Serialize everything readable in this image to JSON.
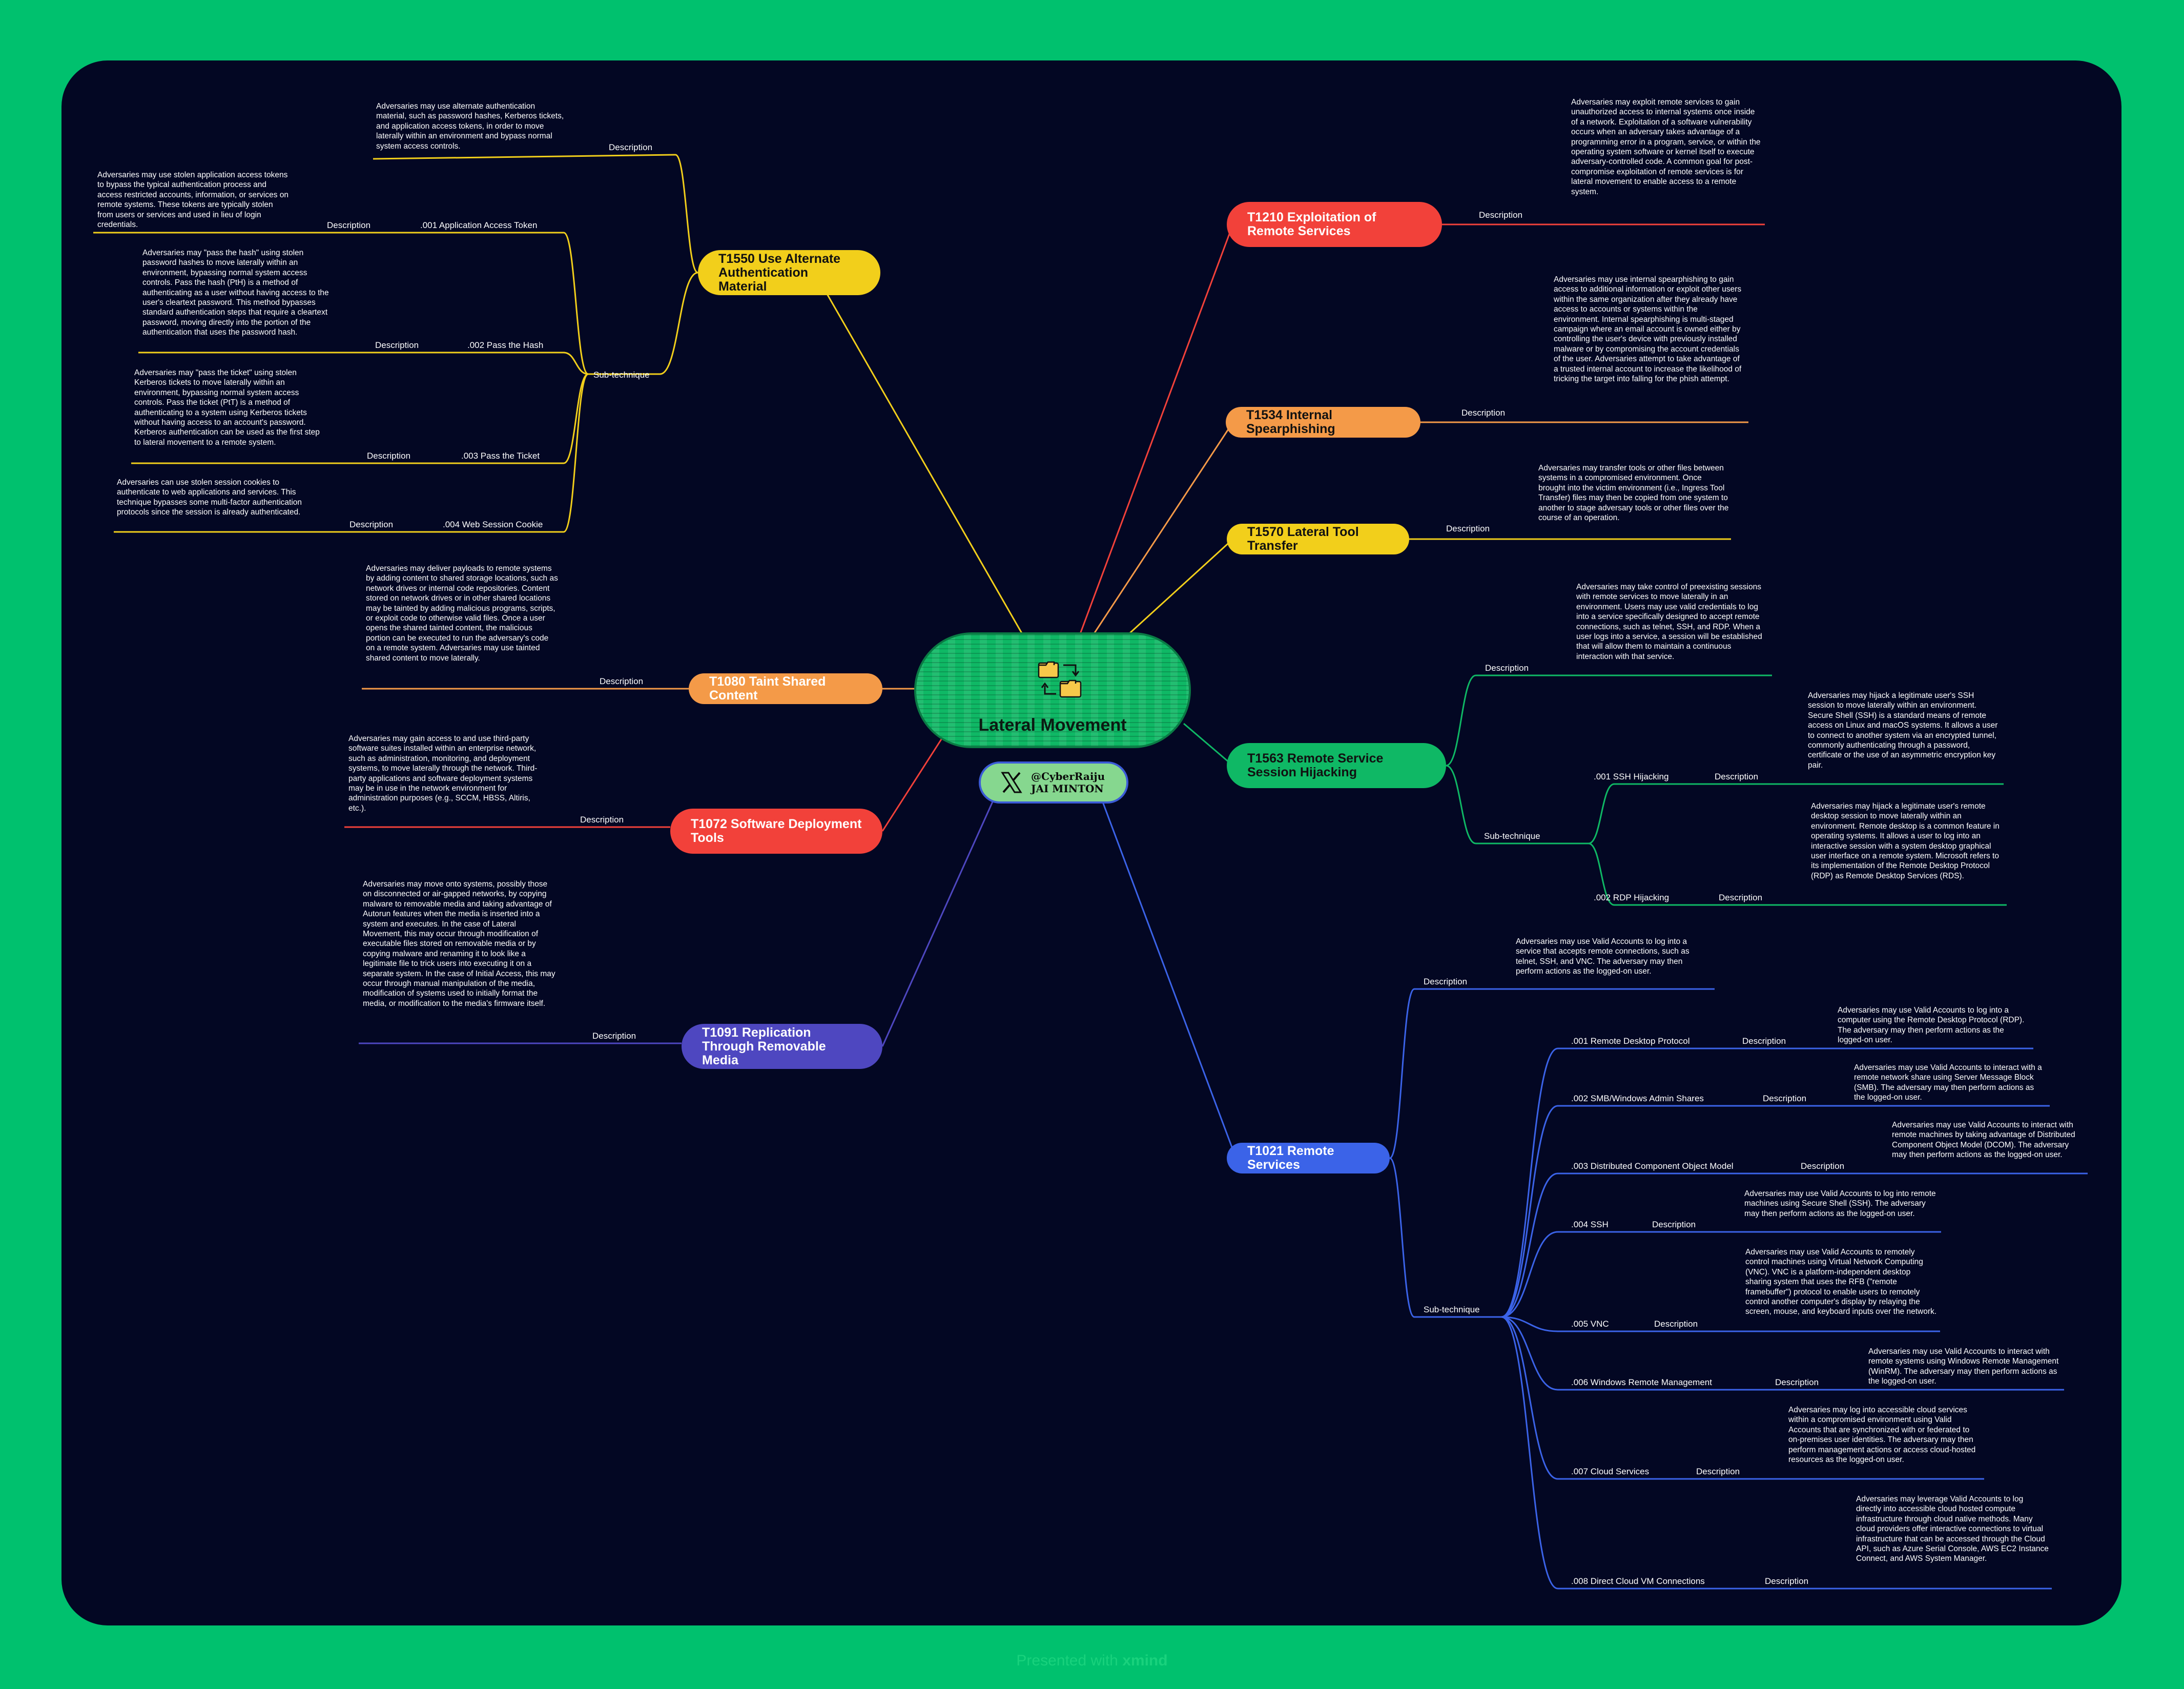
{
  "center": {
    "title": "Lateral Movement",
    "icon": "folder-transfer-icon"
  },
  "badge": {
    "handle": "@CyberRaiju",
    "name": "JAI MINTON",
    "icon": "x-logo-icon"
  },
  "footer": {
    "prefix": "Presented with",
    "brand": "xmind"
  },
  "colors": {
    "background": "#00c16e",
    "canvas": "#030723",
    "center": "#0fb865",
    "red": "#f2413a",
    "orange": "#f49a48",
    "yellow": "#f2cf1b",
    "green": "#0fb865",
    "indigo": "#4e47c0",
    "blue": "#3b63e8"
  },
  "nodes": {
    "t1550": {
      "label": "T1550 Use Alternate Authentication Material",
      "description": "Adversaries may use alternate authentication material, such as password hashes, Kerberos tickets, and application access tokens, in order to move laterally within an environment and bypass normal system access controls.",
      "subs": [
        {
          "name": ".001 Application Access Token",
          "description": "Adversaries may use stolen application access tokens to bypass the typical authentication process and access restricted accounts, information, or services on remote systems. These tokens are typically stolen from users or services and used in lieu of login credentials."
        },
        {
          "name": ".002 Pass the Hash",
          "description": "Adversaries may \"pass the hash\" using stolen password hashes to move laterally within an environment, bypassing normal system access controls. Pass the hash (PtH) is a method of authenticating as a user without having access to the user's cleartext password. This method bypasses standard authentication steps that require a cleartext password, moving directly into the portion of the authentication that uses the password hash."
        },
        {
          "name": ".003 Pass the Ticket",
          "description": "Adversaries may \"pass the ticket\" using stolen Kerberos tickets to move laterally within an environment, bypassing normal system access controls. Pass the ticket (PtT) is a method of authenticating to a system using Kerberos tickets without having access to an account's password. Kerberos authentication can be used as the first step to lateral movement to a remote system."
        },
        {
          "name": ".004 Web Session Cookie",
          "description": "Adversaries can use stolen session cookies to authenticate to web applications and services. This technique bypasses some multi-factor authentication protocols since the session is already authenticated."
        }
      ]
    },
    "t1080": {
      "label": "T1080 Taint Shared Content",
      "description": "Adversaries may deliver payloads to remote systems by adding content to shared storage locations, such as network drives or internal code repositories. Content stored on network drives or in other shared locations may be tainted by adding malicious programs, scripts, or exploit code to otherwise valid files. Once a user opens the shared tainted content, the malicious portion can be executed to run the adversary's code on a remote system. Adversaries may use tainted shared content to move laterally."
    },
    "t1072": {
      "label": "T1072 Software Deployment Tools",
      "description": "Adversaries may gain access to and use third-party software suites installed within an enterprise network, such as administration, monitoring, and deployment systems, to move laterally through the network. Third-party applications and software deployment systems may be in use in the network environment for administration purposes (e.g., SCCM, HBSS, Altiris, etc.)."
    },
    "t1091": {
      "label": "T1091 Replication Through Removable Media",
      "description": "Adversaries may move onto systems, possibly those on disconnected or air-gapped networks, by copying malware to removable media and taking advantage of Autorun features when the media is inserted into a system and executes. In the case of Lateral Movement, this may occur through modification of executable files stored on removable media or by copying malware and renaming it to look like a legitimate file to trick users into executing it on a separate system. In the case of Initial Access, this may occur through manual manipulation of the media, modification of systems used to initially format the media, or modification to the media's firmware itself."
    },
    "t1210": {
      "label": "T1210 Exploitation of Remote Services",
      "description": "Adversaries may exploit remote services to gain unauthorized access to internal systems once inside of a network. Exploitation of a software vulnerability occurs when an adversary takes advantage of a programming error in a program, service, or within the operating system software or kernel itself to execute adversary-controlled code. A common goal for post-compromise exploitation of remote services is for lateral movement to enable access to a remote system."
    },
    "t1534": {
      "label": "T1534 Internal Spearphishing",
      "description": "Adversaries may use internal spearphishing to gain access to additional information or exploit other users within the same organization after they already have access to accounts or systems within the environment. Internal spearphishing is multi-staged campaign where an email account is owned either by controlling the user's device with previously installed malware or by compromising the account credentials of the user. Adversaries attempt to take advantage of a trusted internal account to increase the likelihood of tricking the target into falling for the phish attempt."
    },
    "t1570": {
      "label": "T1570 Lateral Tool Transfer",
      "description": "Adversaries may transfer tools or other files between systems in a compromised environment. Once brought into the victim environment (i.e., Ingress Tool Transfer) files may then be copied from one system to another to stage adversary tools or other files over the course of an operation."
    },
    "t1563": {
      "label": "T1563 Remote Service Session Hijacking",
      "description": "Adversaries may take control of preexisting sessions with remote services to move laterally in an environment. Users may use valid credentials to log into a service specifically designed to accept remote connections, such as telnet, SSH, and RDP. When a user logs into a service, a session will be established that will allow them to maintain a continuous interaction with that service.",
      "subs": [
        {
          "name": ".001 SSH Hijacking",
          "description": "Adversaries may hijack a legitimate user's SSH session to move laterally within an environment. Secure Shell (SSH) is a standard means of remote access on Linux and macOS systems. It allows a user to connect to another system via an encrypted tunnel, commonly authenticating through a password, certificate or the use of an asymmetric encryption key pair."
        },
        {
          "name": ".002 RDP Hijacking",
          "description": "Adversaries may hijack a legitimate user's remote desktop session to move laterally within an environment. Remote desktop is a common feature in operating systems. It allows a user to log into an interactive session with a system desktop graphical user interface on a remote system. Microsoft refers to its implementation of the Remote Desktop Protocol (RDP) as Remote Desktop Services (RDS)."
        }
      ]
    },
    "t1021": {
      "label": "T1021 Remote Services",
      "description": "Adversaries may use Valid Accounts to log into a service that accepts remote connections, such as telnet, SSH, and VNC. The adversary may then perform actions as the logged-on user.",
      "subs": [
        {
          "name": ".001 Remote Desktop Protocol",
          "description": "Adversaries may use Valid Accounts to log into a computer using the Remote Desktop Protocol (RDP). The adversary may then perform actions as the logged-on user."
        },
        {
          "name": ".002 SMB/Windows Admin Shares",
          "description": "Adversaries may use Valid Accounts to interact with a remote network share using Server Message Block (SMB). The adversary may then perform actions as the logged-on user."
        },
        {
          "name": ".003 Distributed Component Object Model",
          "description": "Adversaries may use Valid Accounts to interact with remote machines by taking advantage of Distributed Component Object Model (DCOM). The adversary may then perform actions as the logged-on user."
        },
        {
          "name": ".004 SSH",
          "description": "Adversaries may use Valid Accounts to log into remote machines using Secure Shell (SSH). The adversary may then perform actions as the logged-on user."
        },
        {
          "name": ".005 VNC",
          "description": "Adversaries may use Valid Accounts to remotely control machines using Virtual Network Computing (VNC). VNC is a platform-independent desktop sharing system that uses the RFB (\"remote framebuffer\") protocol to enable users to remotely control another computer's display by relaying the screen, mouse, and keyboard inputs over the network."
        },
        {
          "name": ".006 Windows Remote Management",
          "description": "Adversaries may use Valid Accounts to interact with remote systems using Windows Remote Management (WinRM). The adversary may then perform actions as the logged-on user."
        },
        {
          "name": ".007 Cloud Services",
          "description": "Adversaries may log into accessible cloud services within a compromised environment using Valid Accounts that are synchronized with or federated to on-premises user identities. The adversary may then perform management actions or access cloud-hosted resources as the logged-on user."
        },
        {
          "name": ".008 Direct Cloud VM Connections",
          "description": "Adversaries may leverage Valid Accounts to log directly into accessible cloud hosted compute infrastructure through cloud native methods. Many cloud providers offer interactive connections to virtual infrastructure that can be accessed through the Cloud API, such as Azure Serial Console, AWS EC2 Instance Connect, and AWS System Manager."
        }
      ]
    }
  },
  "labels": {
    "description": "Description",
    "subtechnique": "Sub-technique"
  }
}
